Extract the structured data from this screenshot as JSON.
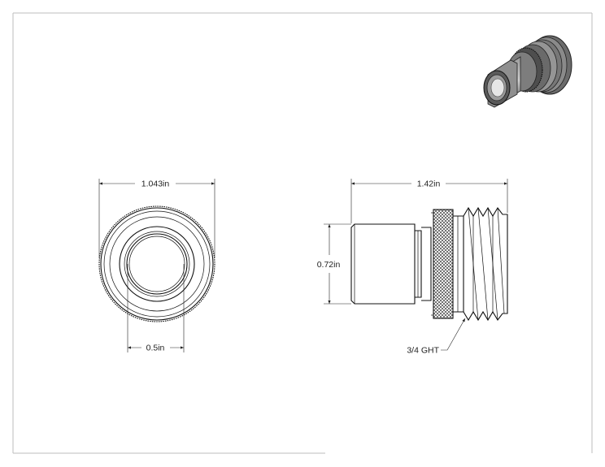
{
  "drawing": {
    "front_view": {
      "outer_diameter_label": "1.043in",
      "inner_diameter_label": "0.5in"
    },
    "side_view": {
      "length_label": "1.42in",
      "body_diameter_label": "0.72in",
      "thread_label": "3/4 GHT"
    }
  }
}
